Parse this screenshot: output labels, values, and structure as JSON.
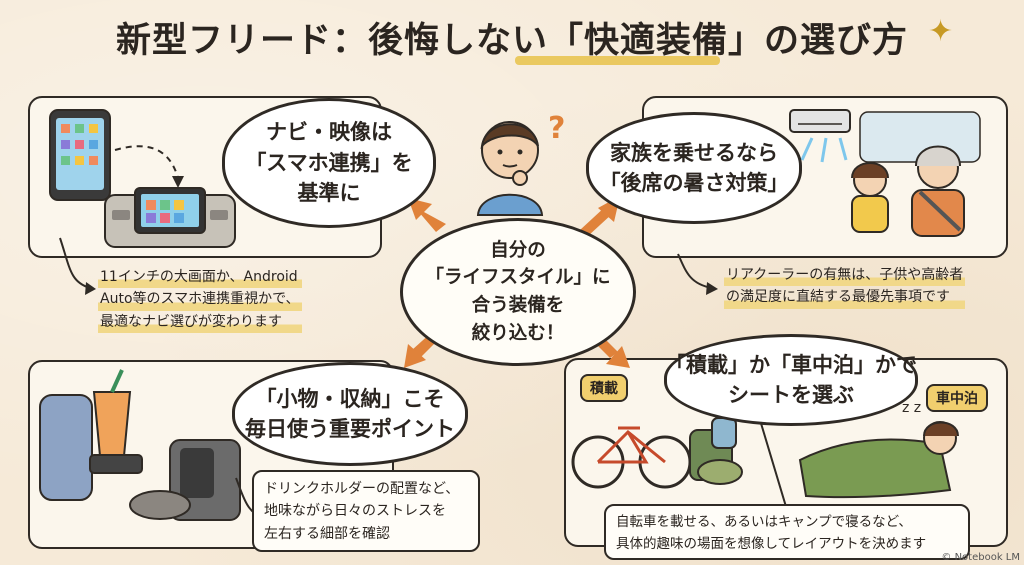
{
  "title": "新型フリード：後悔しない「快適装備」の選び方",
  "center": {
    "lines": [
      "自分の",
      "「ライフスタイル」に",
      "合う装備を",
      "絞り込む！"
    ]
  },
  "top_left": {
    "bubble_lines": [
      "ナビ・映像は",
      "「スマホ連携」を",
      "基準に"
    ],
    "caption_lines": [
      "11インチの大画面か、Android",
      "Auto等のスマホ連携重視かで、",
      "最適なナビ選びが変わります"
    ]
  },
  "top_right": {
    "bubble_lines": [
      "家族を乗せるなら",
      "「後席の暑さ対策」"
    ],
    "caption_lines": [
      "リアクーラーの有無は、子供や高齢者",
      "の満足度に直結する最優先事項です"
    ]
  },
  "bottom_left": {
    "bubble_lines": [
      "「小物・収納」こそ",
      "毎日使う重要ポイント"
    ],
    "caption_lines": [
      "ドリンクホルダーの配置など、",
      "地味ながら日々のストレスを",
      "左右する細部を確認"
    ]
  },
  "bottom_right": {
    "bubble_lines": [
      "「積載」か「車中泊」かで",
      "シートを選ぶ"
    ],
    "tag_cargo": "積載",
    "tag_sleep": "車中泊",
    "caption_lines": [
      "自転車を載せる、あるいはキャンプで寝るなど、",
      "具体的趣味の場面を想像してレイアウトを決めます"
    ]
  },
  "copyright": "© Notebook LM",
  "colors": {
    "background": "#f6ead8",
    "accent": "#e8c24a",
    "arrow": "#e0823a",
    "outline": "#2f2a25"
  }
}
